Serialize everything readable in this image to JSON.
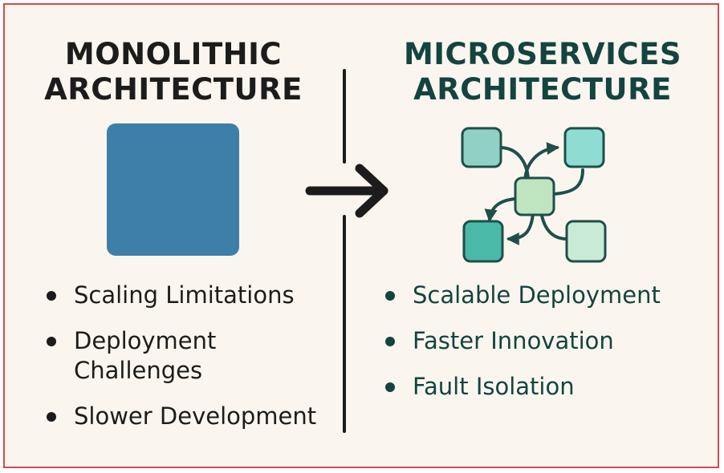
{
  "left": {
    "title_line1": "MONOLITHIC",
    "title_line2": "ARCHITECTURE",
    "bullets": [
      "Scaling Limitations",
      "Deployment",
      "Challenges",
      "Slower Development"
    ]
  },
  "right": {
    "title_line1": "MICROSERVICES",
    "title_line2": "ARCHITECTURE",
    "bullets": [
      "Scalable Deployment",
      "Faster Innovation",
      "Fault Isolation"
    ]
  },
  "colors": {
    "background": "#faf6ef",
    "border": "#d9464f",
    "monolith_block": "#3e7fa9",
    "dark_text": "#1c1c1c",
    "teal_text": "#14443f",
    "node_top_left": "#8fd1c4",
    "node_top_right": "#8fdcd2",
    "node_center": "#bfe4c0",
    "node_bottom_left": "#4bb9a8",
    "node_bottom_right": "#c9ead4"
  }
}
